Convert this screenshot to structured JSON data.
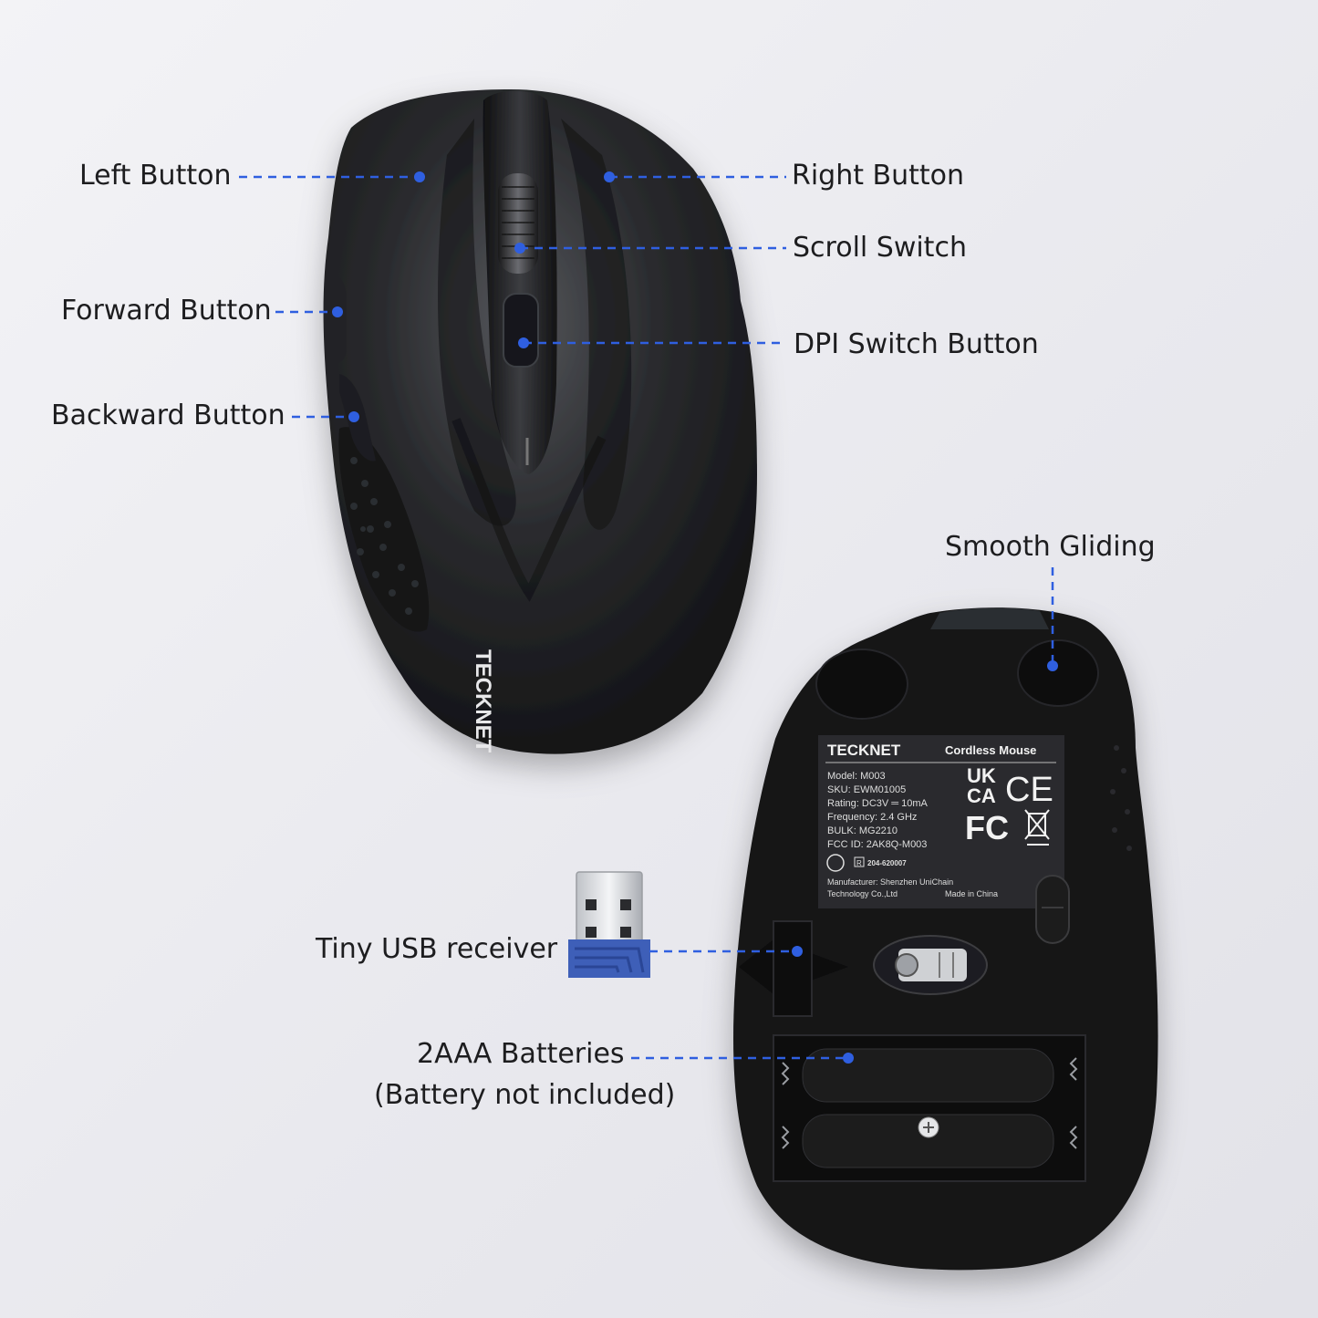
{
  "callouts": {
    "left_button": "Left Button",
    "right_button": "Right Button",
    "scroll_switch": "Scroll Switch",
    "forward_button": "Forward Button",
    "dpi_switch_button": "DPI Switch Button",
    "backward_button": "Backward Button",
    "smooth_gliding": "Smooth Gliding",
    "usb_receiver": "Tiny USB receiver",
    "batteries": "2AAA Batteries",
    "battery_note": "(Battery not included)"
  },
  "mouse_top": {
    "brand": "TECKNET"
  },
  "mouse_bottom": {
    "label": {
      "brand": "TECKNET",
      "product": "Cordless Mouse",
      "model": "Model: M003",
      "sku": "SKU: EWM01005",
      "rating": "Rating: DC3V ═ 10mA",
      "frequency": "Frequency: 2.4 GHz",
      "bulk": "BULK: MG2210",
      "fcc_id": "FCC ID: 2AK8Q-M003",
      "telec": "204-620007",
      "manufacturer_1": "Manufacturer: Shenzhen UniChain",
      "manufacturer_2": "Technology Co.,Ltd",
      "made_in": "Made in China",
      "mark_ukca_1": "UK",
      "mark_ukca_2": "CA",
      "mark_ce": "CE",
      "mark_fc": "FC"
    }
  },
  "colors": {
    "accent_line": "#2f5fe0",
    "mouse_body": "#1b1b1d",
    "usb_blue": "#3e5fb8"
  }
}
